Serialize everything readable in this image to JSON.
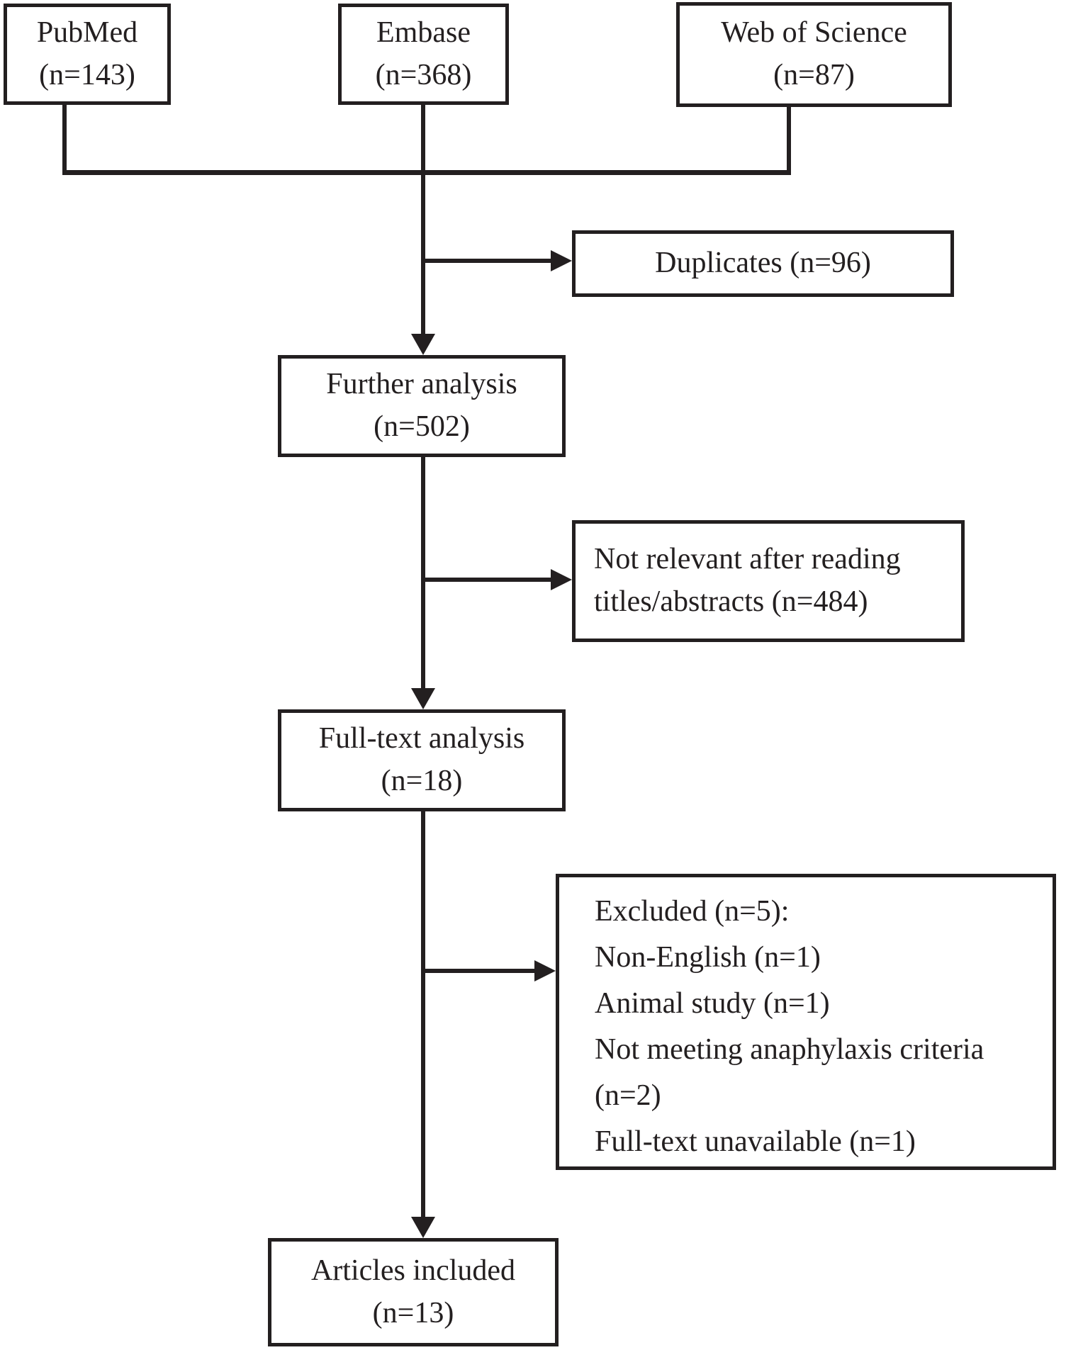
{
  "colors": {
    "line": "#231f20",
    "background": "#ffffff",
    "text": "#231f20"
  },
  "boxes": {
    "pubmed": {
      "line1": "PubMed",
      "line2": "(n=143)"
    },
    "embase": {
      "line1": "Embase",
      "line2": "(n=368)"
    },
    "wos": {
      "line1": "Web of Science",
      "line2": "(n=87)"
    },
    "duplicates": {
      "line1": "Duplicates (n=96)"
    },
    "further": {
      "line1": "Further analysis",
      "line2": "(n=502)"
    },
    "not_relevant": {
      "line1": "Not relevant after reading",
      "line2": "titles/abstracts (n=484)"
    },
    "fulltext": {
      "line1": "Full-text analysis",
      "line2": "(n=18)"
    },
    "excluded": {
      "lines": [
        "Excluded (n=5):",
        "Non-English (n=1)",
        "Animal study (n=1)",
        "Not meeting anaphylaxis criteria",
        "(n=2)",
        "Full-text unavailable (n=1)"
      ]
    },
    "included": {
      "line1": "Articles included",
      "line2": "(n=13)"
    }
  }
}
